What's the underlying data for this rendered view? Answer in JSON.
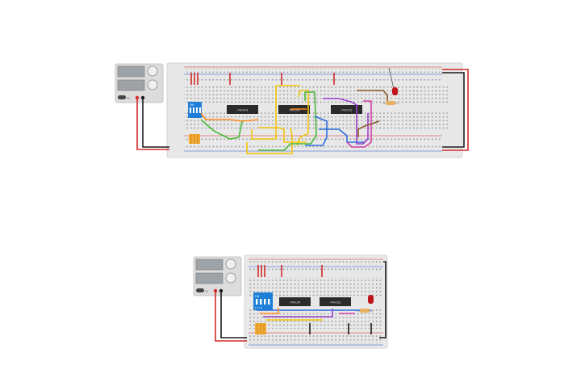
{
  "canvas_background": "#ffffff",
  "colors": {
    "breadboard": "#e8e8e8",
    "breadboard_edge": "#d4d4d4",
    "hole": "#9a9a9a",
    "rail_red": "#d42a2a",
    "rail_blue": "#2a4fd4",
    "supply_body": "#dcdcdc",
    "lcd": "#9ea3a8",
    "chip": "#2b2b2b",
    "dip_switch": "#1e7fd8",
    "wire_red": "#d42a2a",
    "wire_black": "#1a1a1a",
    "wire_orange": "#ff8a1e",
    "wire_yellow": "#f2c40a",
    "wire_green": "#4cb83a",
    "wire_blue": "#2a6fe0",
    "wire_purple": "#9b3fd0",
    "wire_magenta": "#d23fa6",
    "wire_brown": "#8a5a2a",
    "led": "#c0141a"
  },
  "circuit_top": {
    "power_supply": {
      "terminal_label": "5V"
    },
    "dip_switch": {
      "label": "ON"
    },
    "chips": [
      {
        "label": "74HC04"
      },
      {
        "label": "74HC08"
      },
      {
        "label": "74HC32"
      }
    ],
    "components": [
      "led-icon",
      "resistor-icon",
      "button-array-icon"
    ]
  },
  "circuit_bottom": {
    "power_supply": {
      "terminal_label": "5V"
    },
    "dip_switch": {
      "label": "ON",
      "positions": "1 2 3 4"
    },
    "chips": [
      {
        "label": "74HC04"
      },
      {
        "label": "74HC32"
      }
    ],
    "components": [
      "led-icon",
      "resistor-icon",
      "button-array-icon"
    ]
  }
}
